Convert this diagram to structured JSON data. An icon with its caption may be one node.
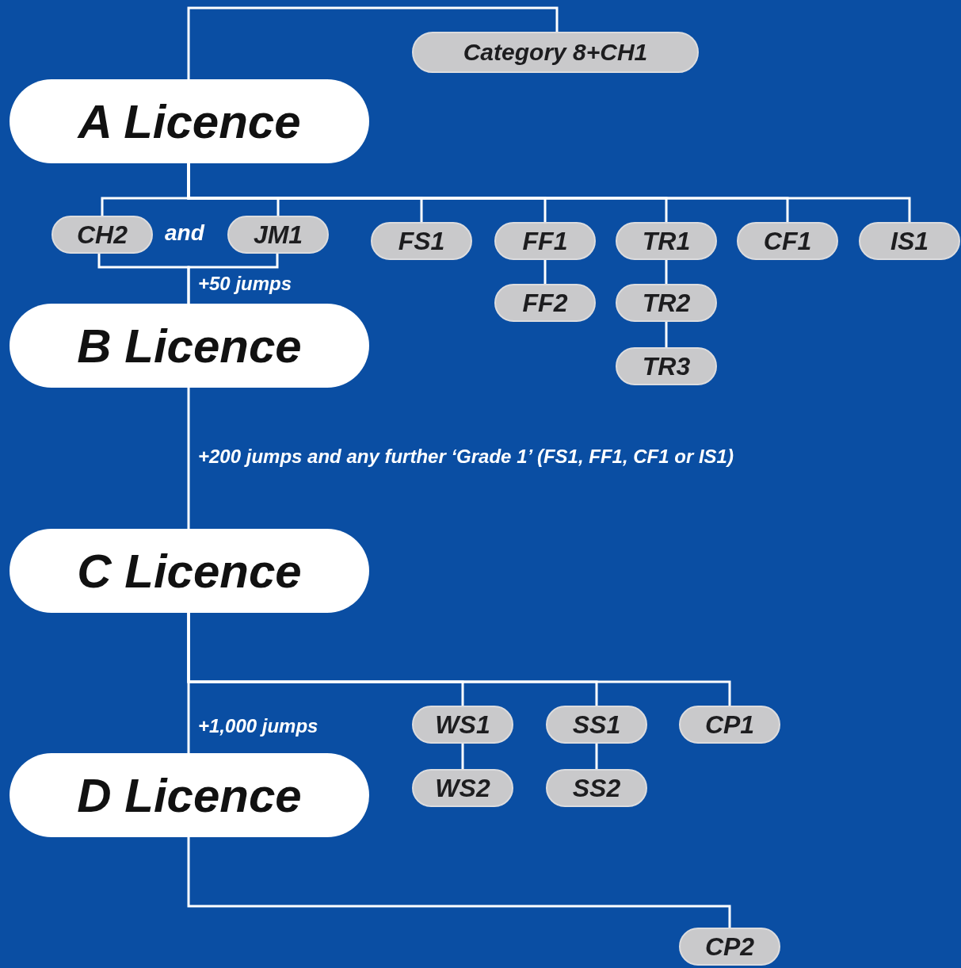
{
  "diagram": {
    "nodes": [
      {
        "text": [
          "Category 8+CH1"
        ]
      },
      {
        "text": [
          "A Licence"
        ]
      },
      {
        "text": [
          "CH2"
        ]
      },
      {
        "text": [
          "JM1"
        ]
      },
      {
        "text": [
          "FS1"
        ]
      },
      {
        "text": [
          "FF1"
        ]
      },
      {
        "text": [
          "TR1"
        ]
      },
      {
        "text": [
          "CF1"
        ]
      },
      {
        "text": [
          "IS1"
        ]
      },
      {
        "text": [
          "FF2"
        ]
      },
      {
        "text": [
          "TR2"
        ]
      },
      {
        "text": [
          "TR3"
        ]
      },
      {
        "text": [
          "B Licence"
        ]
      },
      {
        "text": [
          "C Licence"
        ]
      },
      {
        "text": [
          "WS1"
        ]
      },
      {
        "text": [
          "SS1"
        ]
      },
      {
        "text": [
          "CP1"
        ]
      },
      {
        "text": [
          "WS2"
        ]
      },
      {
        "text": [
          "SS2"
        ]
      },
      {
        "text": [
          "D Licence"
        ]
      },
      {
        "text": [
          "CP2"
        ]
      }
    ],
    "edges": [
      {
        "from": 0,
        "to": 1,
        "arrow": "none"
      },
      {
        "from": 1,
        "to": 2,
        "arrow": "none"
      },
      {
        "from": 1,
        "to": 3,
        "arrow": "none"
      },
      {
        "from": 1,
        "to": 4,
        "arrow": "none"
      },
      {
        "from": 1,
        "to": 5,
        "arrow": "none"
      },
      {
        "from": 1,
        "to": 6,
        "arrow": "none"
      },
      {
        "from": 1,
        "to": 7,
        "arrow": "none"
      },
      {
        "from": 1,
        "to": 8,
        "arrow": "none"
      },
      {
        "from": 2,
        "to": 12,
        "arrow": "none",
        "label": "+50 jumps"
      },
      {
        "from": 3,
        "to": 12,
        "arrow": "none"
      },
      {
        "from": 5,
        "to": 9,
        "arrow": "none"
      },
      {
        "from": 6,
        "to": 10,
        "arrow": "none"
      },
      {
        "from": 10,
        "to": 11,
        "arrow": "none"
      },
      {
        "from": 12,
        "to": 13,
        "arrow": "none",
        "label": "+200 jumps and any further ‘Grade 1’ (FS1, FF1, CF1 or IS1)"
      },
      {
        "from": 13,
        "to": 19,
        "arrow": "none",
        "label": "+1,000 jumps"
      },
      {
        "from": 13,
        "to": 14,
        "arrow": "none"
      },
      {
        "from": 13,
        "to": 15,
        "arrow": "none"
      },
      {
        "from": 13,
        "to": 16,
        "arrow": "none"
      },
      {
        "from": 14,
        "to": 17,
        "arrow": "none"
      },
      {
        "from": 15,
        "to": 18,
        "arrow": "none"
      },
      {
        "from": 19,
        "to": 20,
        "arrow": "none"
      }
    ],
    "labels": [
      "and"
    ]
  }
}
